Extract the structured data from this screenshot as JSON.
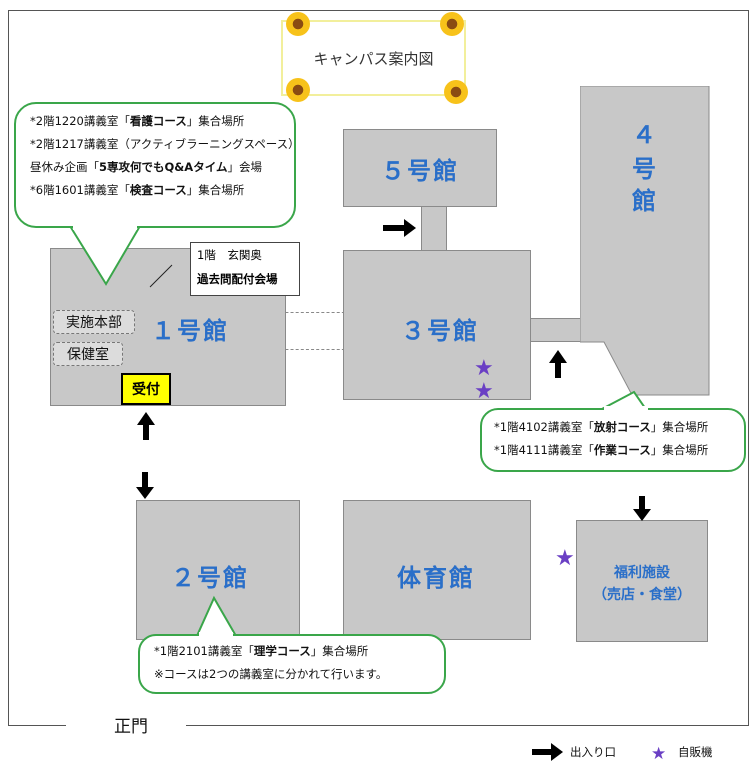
{
  "map": {
    "title": "キャンパス案内図",
    "gate_label": "正門",
    "buildings": {
      "b1": "１号館",
      "b2": "２号館",
      "b3": "３号館",
      "b4_line1": "４",
      "b4_line2": "号",
      "b4_line3": "館",
      "b5": "５号館",
      "gym": "体育館",
      "welfare_line1": "福利施設",
      "welfare_line2": "（売店・食堂）"
    },
    "rooms": {
      "hq": "実施本部",
      "health": "保健室",
      "reception": "受付"
    },
    "note": {
      "line1": "1階　玄関奥",
      "line2": "過去問配付会場"
    },
    "callout_b1": {
      "l1_pre": "*2階1220講義室「",
      "l1_bold": "看護コース",
      "l1_post": "」集合場所",
      "l2": "*2階1217講義室（アクティブラーニングスペース）",
      "l3_pre": "昼休み企画「",
      "l3_bold": "5専攻何でもQ&Aタイム",
      "l3_post": "」会場",
      "l4_pre": "*6階1601講義室「",
      "l4_bold": "検査コース",
      "l4_post": "」集合場所"
    },
    "callout_b4": {
      "l1_pre": "*1階4102講義室「",
      "l1_bold": "放射コース",
      "l1_post": "」集合場所",
      "l2_pre": "*1階4111講義室「",
      "l2_bold": "作業コース",
      "l2_post": "」集合場所"
    },
    "callout_b2": {
      "l1_pre": "*1階2101講義室「",
      "l1_bold": "理学コース",
      "l1_post": "」集合場所",
      "l2": "※コースは2つの講義室に分かれて行います。"
    },
    "legend": {
      "entrance": "出入り口",
      "vending": "自販機"
    },
    "colors": {
      "building": "#c8c8c8",
      "label_blue": "#2a6fc9",
      "callout_green": "#3aa64a",
      "star_purple": "#6a3fc4",
      "reception_yellow": "#ffff00"
    }
  }
}
